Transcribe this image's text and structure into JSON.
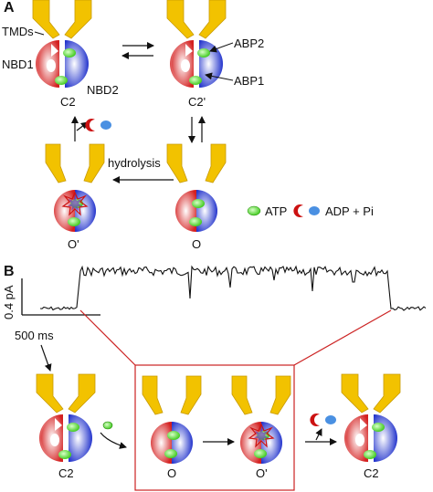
{
  "panel_a": {
    "letter": "A",
    "labels": {
      "tmds": "TMDs",
      "nbd1": "NBD1",
      "nbd2": "NBD2",
      "abp2": "ABP2",
      "abp1": "ABP1",
      "hydrolysis": "hydrolysis"
    },
    "states": {
      "c2": "C2",
      "c2p": "C2'",
      "o": "O",
      "op": "O'"
    },
    "legend": {
      "atp": "ATP",
      "adp_pi": "ADP + Pi"
    }
  },
  "panel_b": {
    "letter": "B",
    "scale_current": "0.4 pA",
    "scale_time": "500 ms",
    "states": {
      "c2": "C2",
      "o": "O",
      "op": "O'",
      "c2_end": "C2"
    }
  },
  "colors": {
    "tmd": "#f2c200",
    "nbd1": "#d42020",
    "nbd2": "#2233cc",
    "atp": "#66dd44",
    "adp": "#cc1111",
    "pi": "#4a90e2",
    "zoom_box": "#cc2222",
    "trace": "#111111"
  },
  "icons": [
    "cftr-channel-icon",
    "atp-molecule-icon",
    "adp-pi-icon",
    "hydrolysis-burst-icon"
  ]
}
